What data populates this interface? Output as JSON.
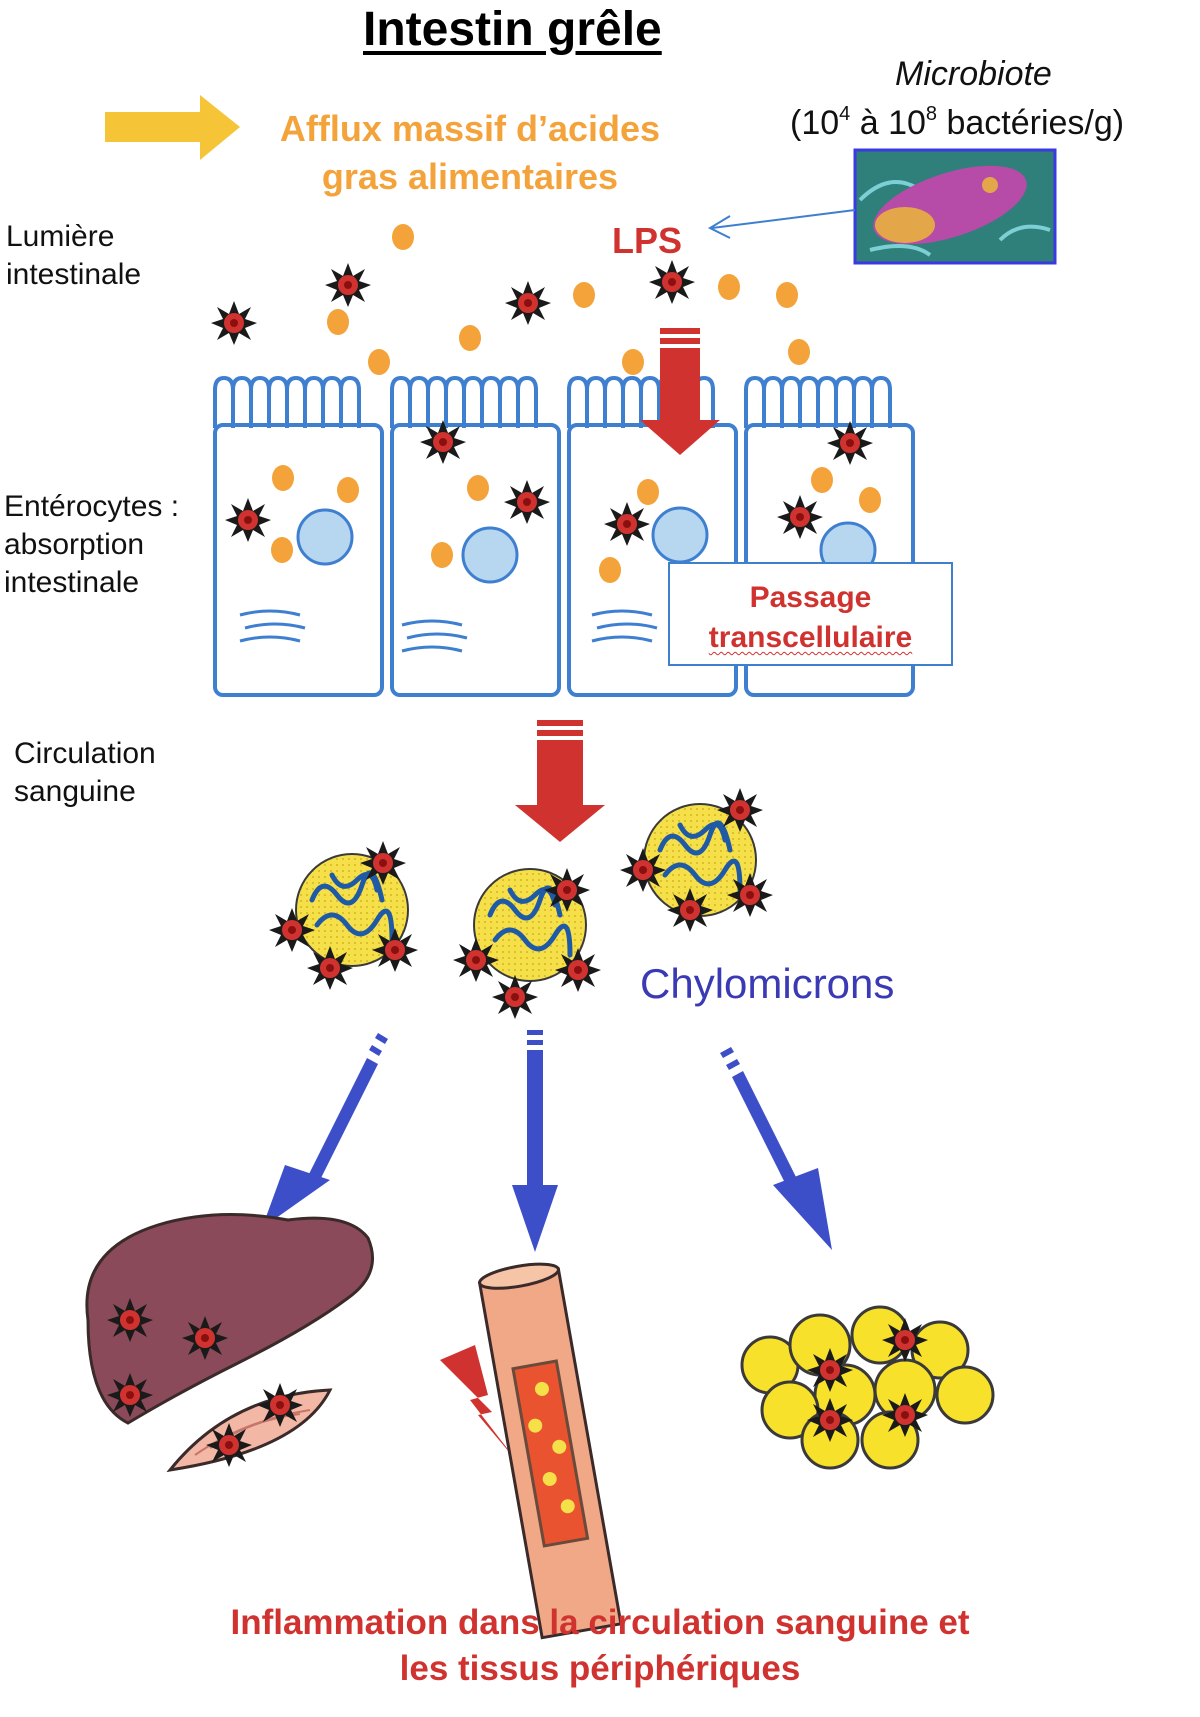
{
  "title": "Intestin grêle",
  "afflux": {
    "line1": "Afflux massif d’acides",
    "line2": "gras alimentaires"
  },
  "microbiote": {
    "name": "Microbiote",
    "count_prefix": "(10",
    "count_exp1": "4",
    "count_mid": " à 10",
    "count_exp2": "8",
    "count_suffix": " bactéries/g)"
  },
  "labels": {
    "lumiere_line1": "Lumière",
    "lumiere_line2": "intestinale",
    "enterocytes_line1": "Entérocytes :",
    "enterocytes_line2": "absorption",
    "enterocytes_line3": "intestinale",
    "circulation_line1": "Circulation",
    "circulation_line2": "sanguine"
  },
  "lps": "LPS",
  "passage": {
    "line1": "Passage",
    "line2": "transcellulaire"
  },
  "chylomicrons": "Chylomicrons",
  "inflammation": {
    "line1": "Inflammation dans la circulation sanguine et",
    "line2": "les tissus périphériques"
  },
  "colors": {
    "lps_red": "#d0332f",
    "fatty_acid_orange": "#f3a33a",
    "cell_blue": "#3f7fd0",
    "chylo_blue": "#3a3ab4",
    "arrow_blue": "#3d4fc8",
    "arrow_red": "#d0332f",
    "lipid_yellow": "#f5e04a"
  }
}
